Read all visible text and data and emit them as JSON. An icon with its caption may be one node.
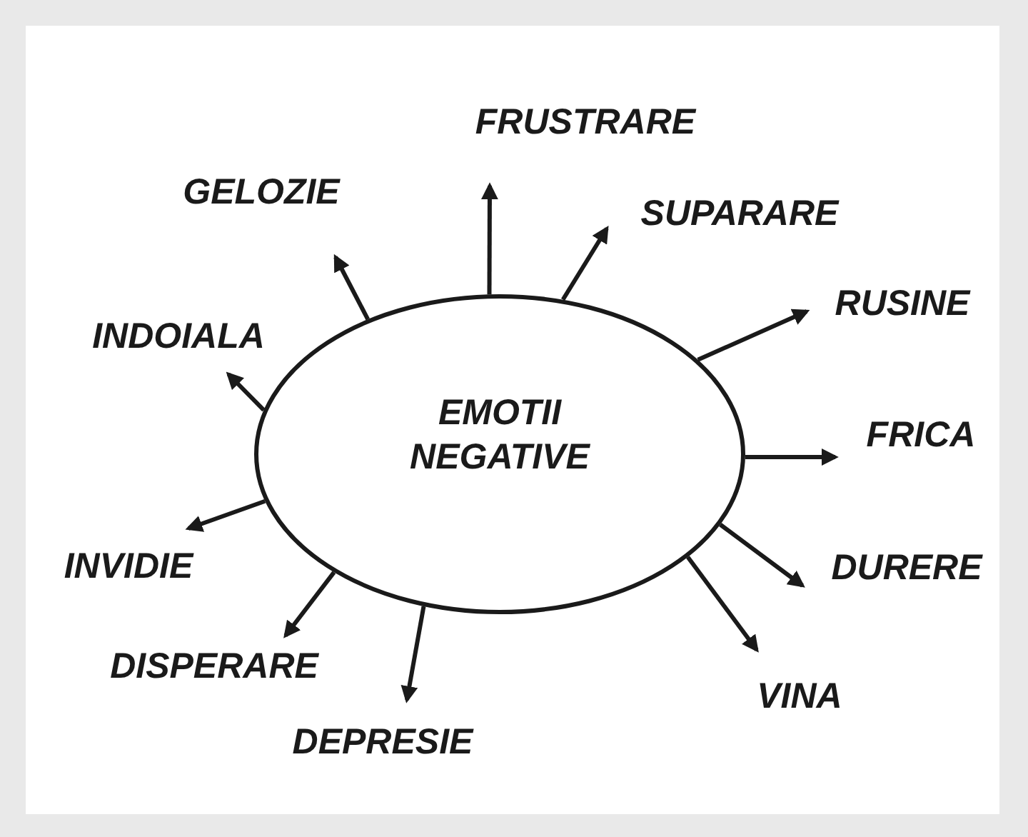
{
  "diagram": {
    "nodes": [
      {
        "text": [
          "EMOTII NEGATIVE"
        ]
      },
      {
        "text": [
          "FRUSTRARE"
        ]
      },
      {
        "text": [
          "SUPARARE"
        ]
      },
      {
        "text": [
          "GELOZIE"
        ]
      },
      {
        "text": [
          "RUSINE"
        ]
      },
      {
        "text": [
          "INDOIALA"
        ]
      },
      {
        "text": [
          "FRICA"
        ]
      },
      {
        "text": [
          "INVIDIE"
        ]
      },
      {
        "text": [
          "DURERE"
        ]
      },
      {
        "text": [
          "DISPERARE"
        ]
      },
      {
        "text": [
          "VINA"
        ]
      },
      {
        "text": [
          "DEPRESIE"
        ]
      }
    ],
    "edges": [
      {
        "from": 0,
        "to": 1,
        "arrow": "to"
      },
      {
        "from": 0,
        "to": 2,
        "arrow": "to"
      },
      {
        "from": 0,
        "to": 3,
        "arrow": "to"
      },
      {
        "from": 0,
        "to": 4,
        "arrow": "to"
      },
      {
        "from": 0,
        "to": 5,
        "arrow": "to"
      },
      {
        "from": 0,
        "to": 6,
        "arrow": "to"
      },
      {
        "from": 0,
        "to": 7,
        "arrow": "to"
      },
      {
        "from": 0,
        "to": 8,
        "arrow": "to"
      },
      {
        "from": 0,
        "to": 9,
        "arrow": "to"
      },
      {
        "from": 0,
        "to": 10,
        "arrow": "to"
      },
      {
        "from": 0,
        "to": 11,
        "arrow": "to"
      }
    ]
  }
}
